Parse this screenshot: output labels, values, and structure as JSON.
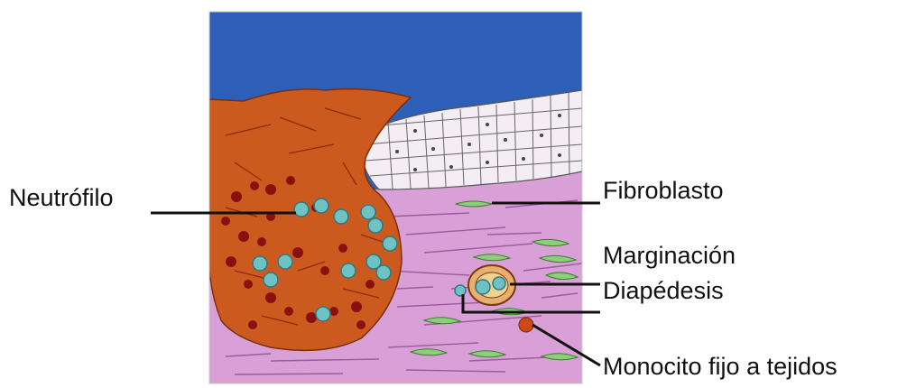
{
  "labels": {
    "neutrofilo": "Neutrófilo",
    "fibroblasto": "Fibroblasto",
    "marginacion": "Marginación",
    "diapedesis": "Diapédesis",
    "monocito": "Monocito fijo a tejidos"
  },
  "colors": {
    "sky": "#2e5fb8",
    "clot": "#cc5a1e",
    "tissue": "#d9a0d8",
    "epithelium": "#f4eef4",
    "neutrophil": "#6fc2c4",
    "rbc": "#8a1010",
    "fibroblast": "#8ccf7a",
    "line": "#111111"
  }
}
